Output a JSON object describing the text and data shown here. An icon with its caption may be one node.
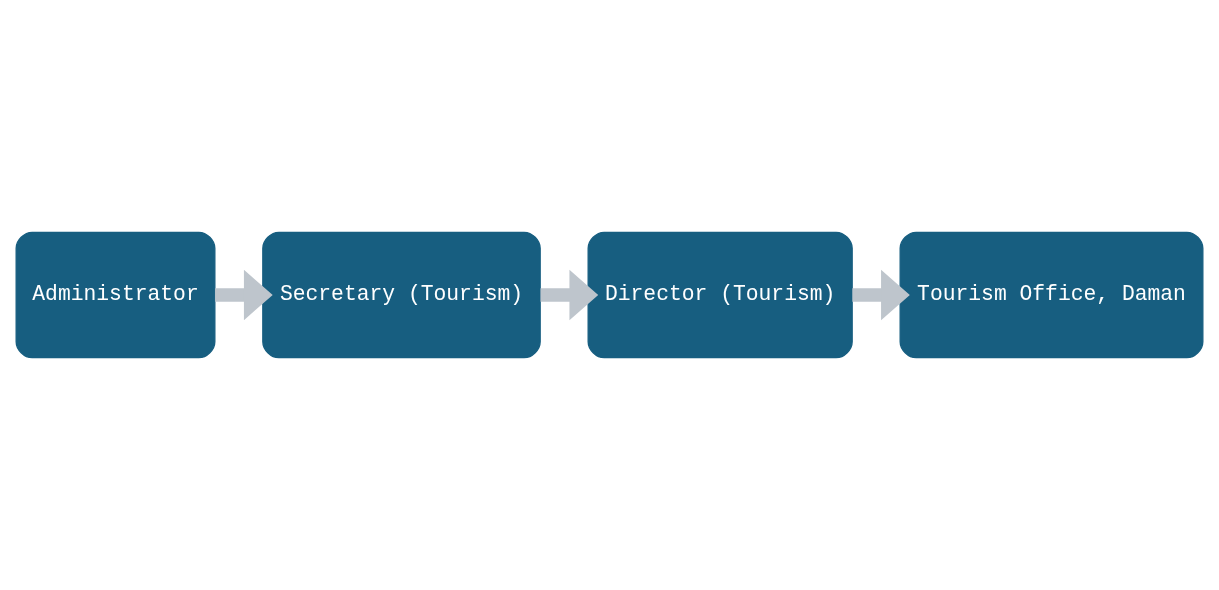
{
  "diagram": {
    "nodes": [
      {
        "text": [
          "Administrator"
        ]
      },
      {
        "text": [
          "Secretary (Tourism)"
        ]
      },
      {
        "text": [
          "Director (Tourism)"
        ]
      },
      {
        "text": [
          "Tourism Office, Daman"
        ]
      }
    ],
    "edges": [
      {
        "from": 0,
        "to": 1,
        "arrow": "to"
      },
      {
        "from": 1,
        "to": 2,
        "arrow": "to"
      },
      {
        "from": 2,
        "to": 3,
        "arrow": "to"
      }
    ]
  }
}
